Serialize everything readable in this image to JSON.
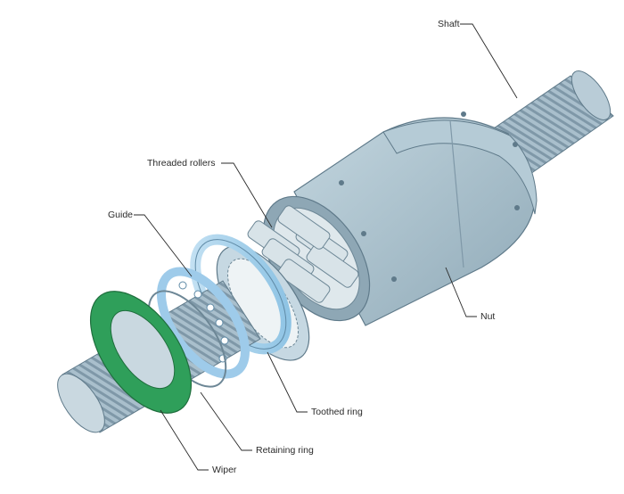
{
  "figure": {
    "labels": {
      "shaft": "Shaft",
      "threaded_rollers": "Threaded rollers",
      "guide": "Guide",
      "nut": "Nut",
      "toothed_ring": "Toothed ring",
      "retaining_ring": "Retaining ring",
      "wiper": "Wiper"
    },
    "colors": {
      "nut_body": "#a9c2cf",
      "nut_shadow": "#7f9aa8",
      "shaft_thread": "#9fb6c4",
      "guide_ring": "#9ecbea",
      "wiper": "#2f9f5a",
      "leader_line": "#2a2a2a"
    }
  }
}
